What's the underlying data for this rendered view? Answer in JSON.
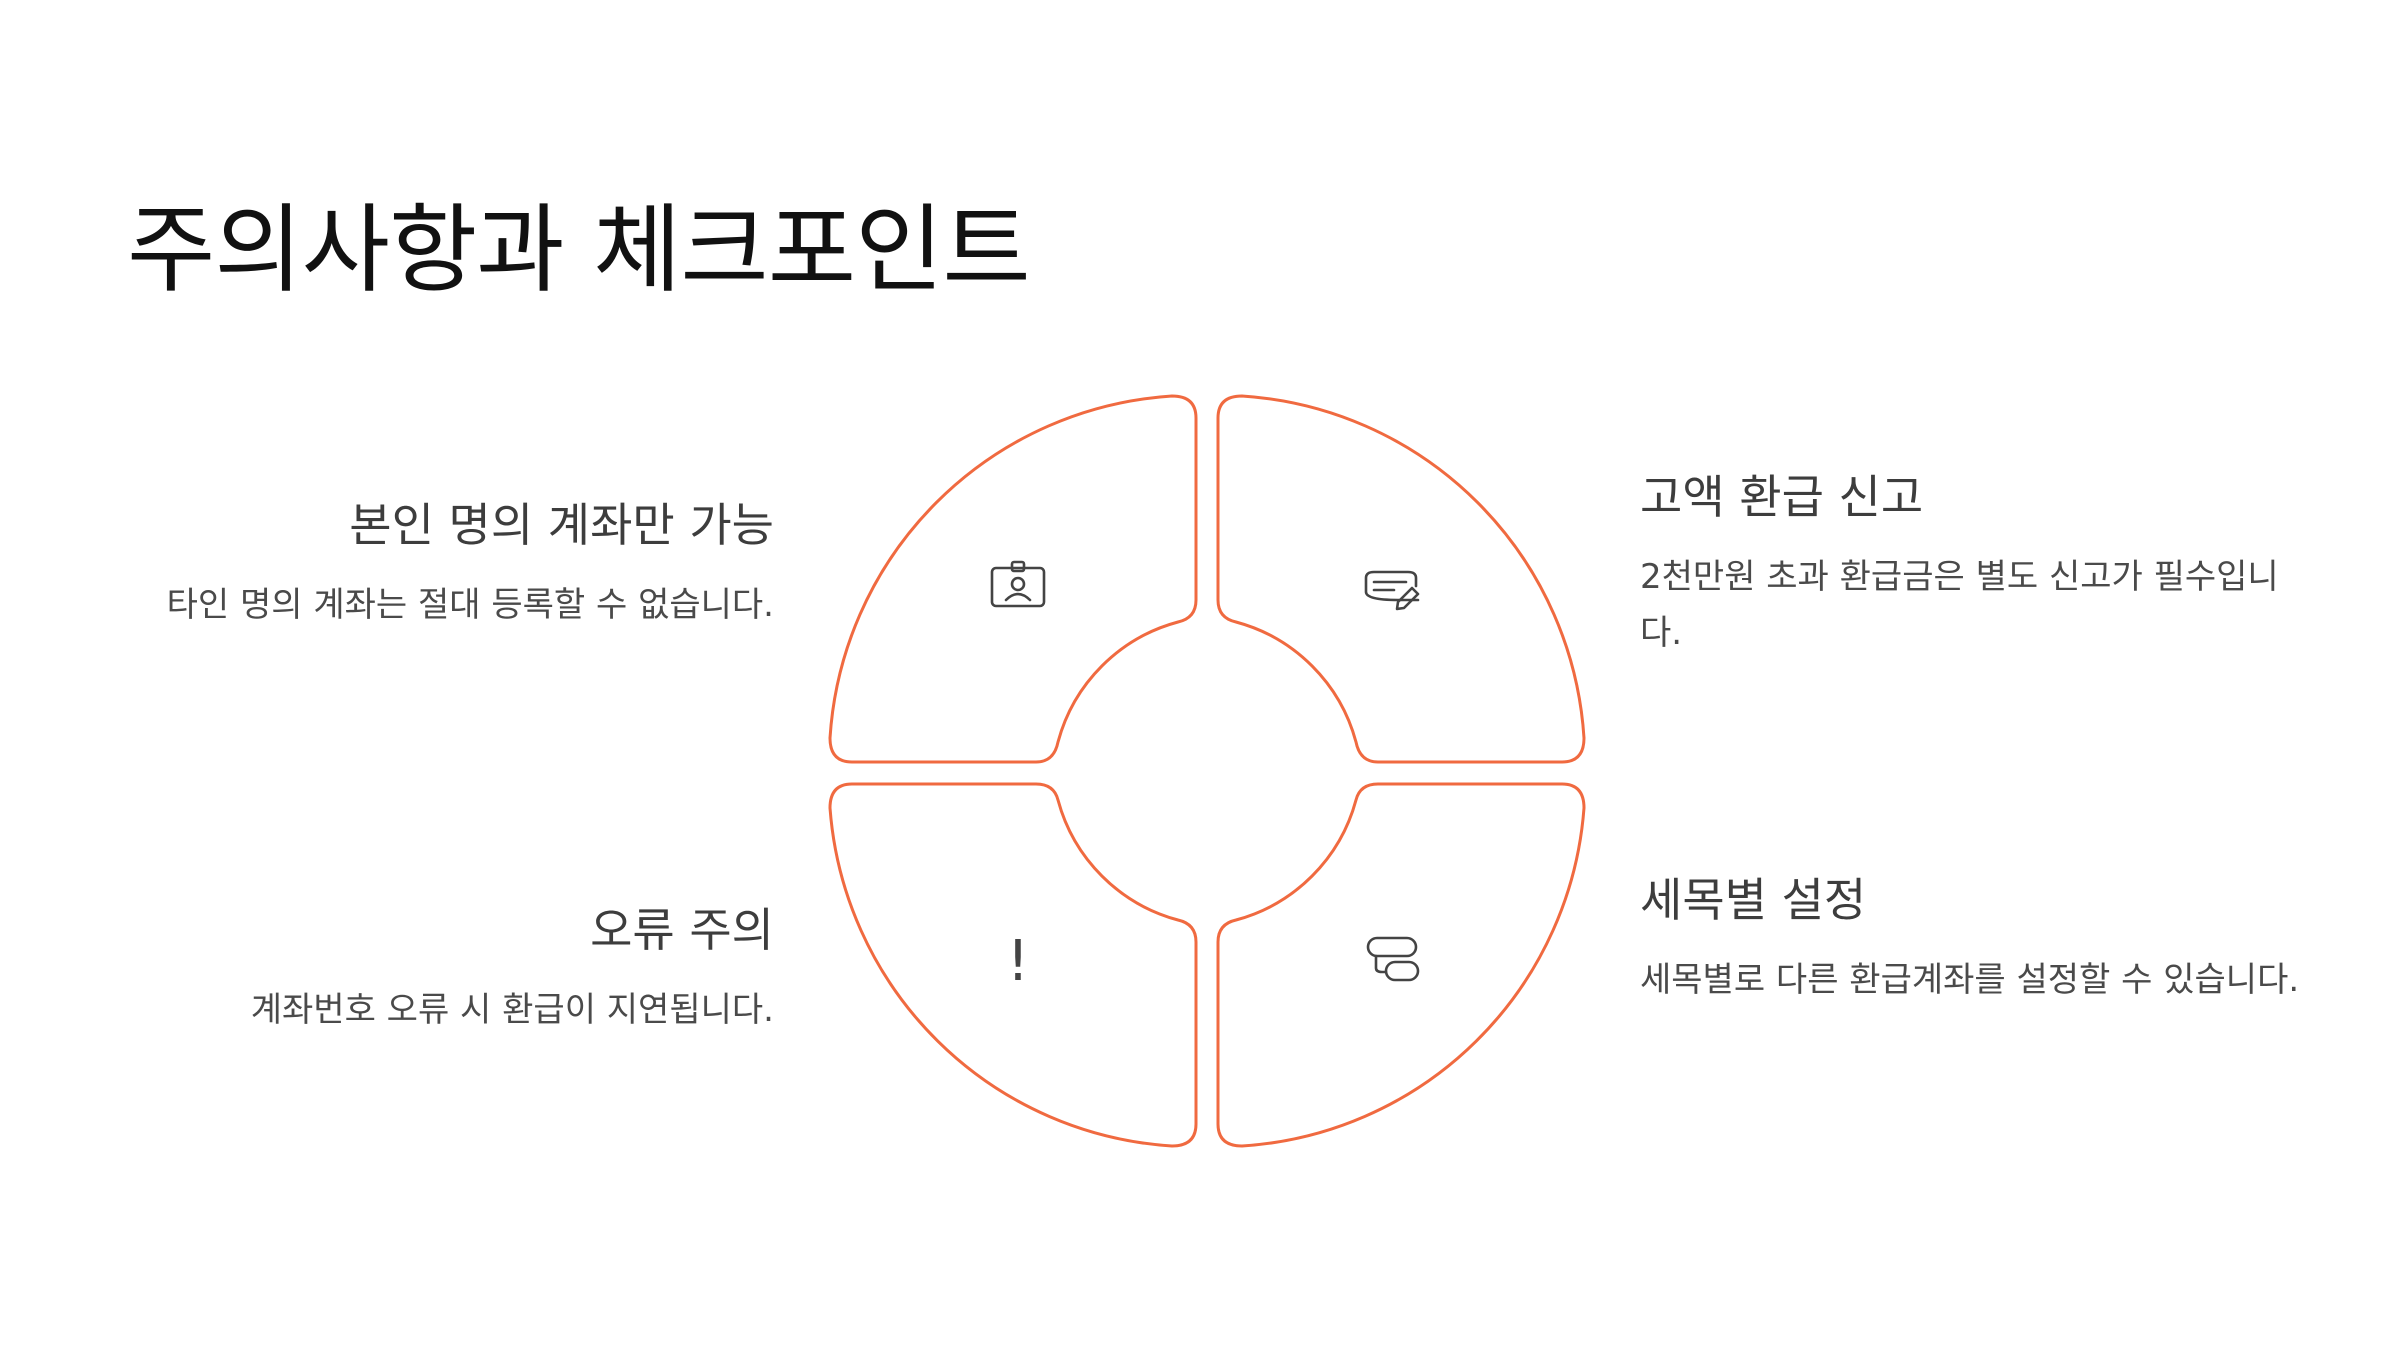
{
  "title": "주의사항과 체크포인트",
  "colors": {
    "accent": "#f06a40",
    "icon": "#444444",
    "text": "#3c3c3c",
    "title": "#111111"
  },
  "items": [
    {
      "title": "본인 명의 계좌만 가능",
      "desc": "타인 명의 계좌는 절대 등록할 수 없습니다.",
      "icon": "id-badge-icon"
    },
    {
      "title": "고액 환급 신고",
      "desc": "2천만원 초과 환급금은 별도 신고가 필수입니다.",
      "icon": "document-edit-icon"
    },
    {
      "title": "오류 주의",
      "desc": "계좌번호 오류 시 환급이 지연됩니다.",
      "icon": "exclamation-icon",
      "icon_text": "!"
    },
    {
      "title": "세목별 설정",
      "desc": "세목별로 다른 환급계좌를 설정할 수 있습니다.",
      "icon": "settings-toggle-icon"
    }
  ]
}
